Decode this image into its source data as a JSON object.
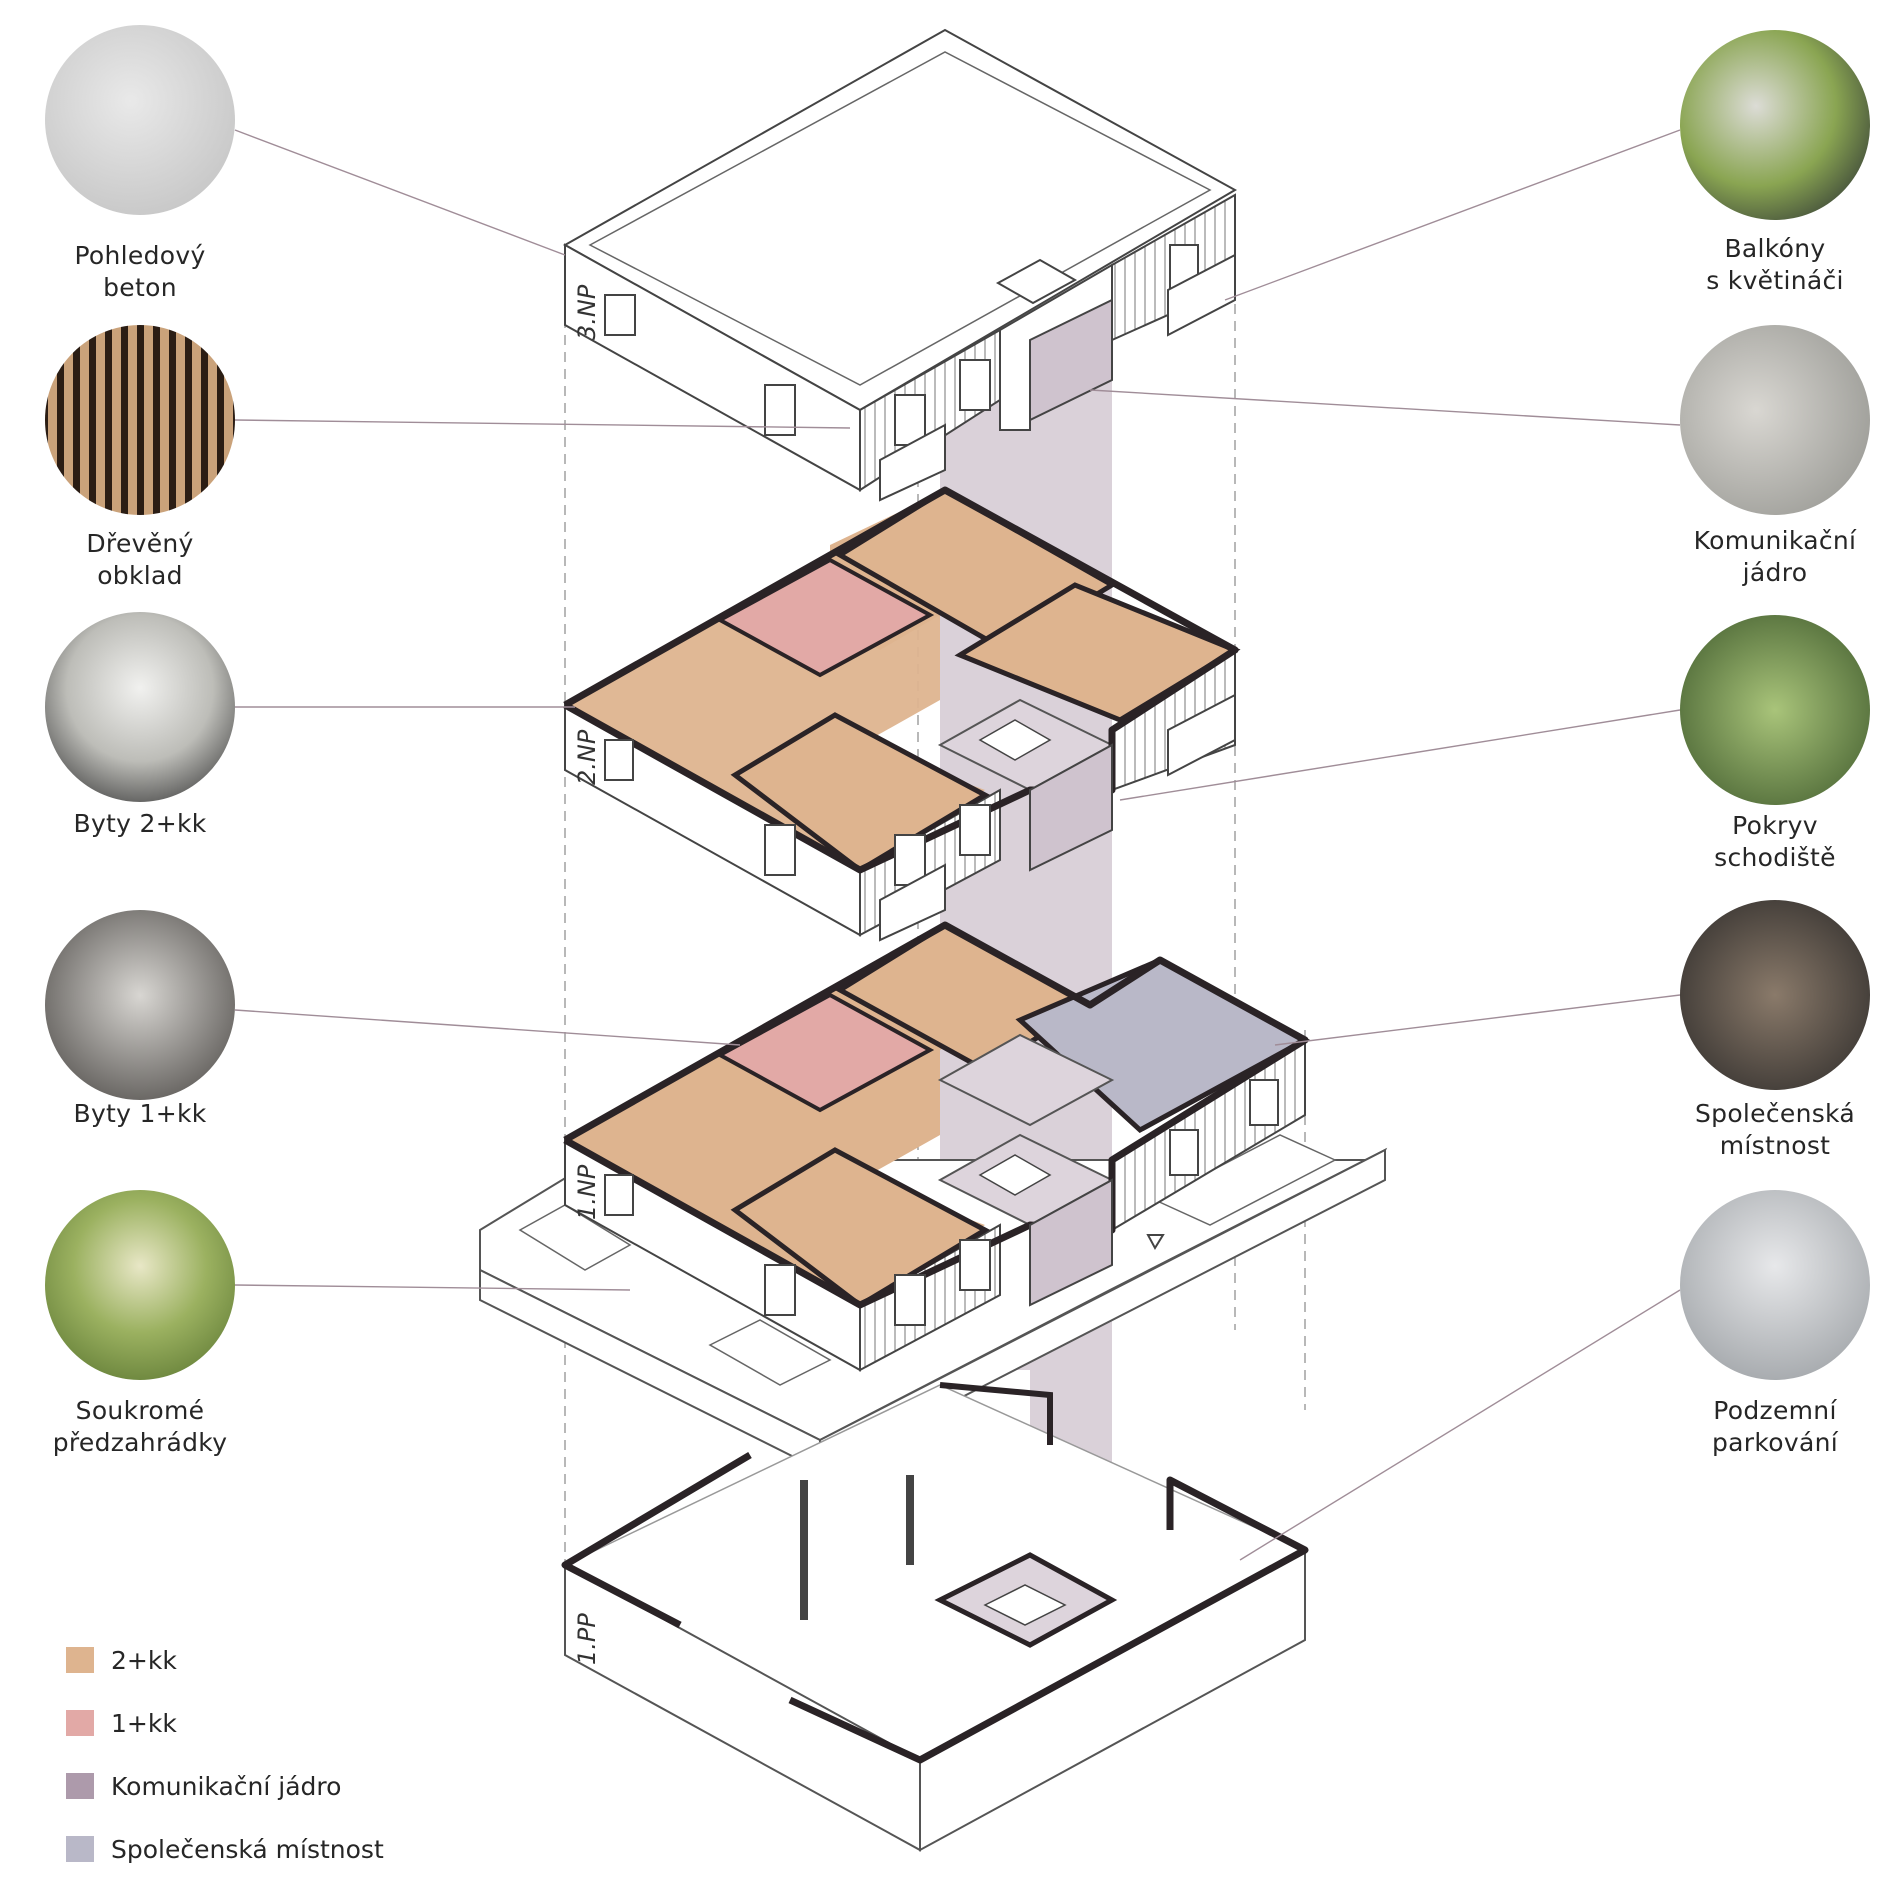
{
  "callouts": {
    "pohledovy_beton": {
      "line1": "Pohledový",
      "line2": "beton"
    },
    "dreveny_obklad": {
      "line1": "Dřevěný",
      "line2": "obklad"
    },
    "byty_2kk": {
      "line1": "Byty 2+kk"
    },
    "byty_1kk": {
      "line1": "Byty 1+kk"
    },
    "predzahradky": {
      "line1": "Soukromé",
      "line2": "předzahrádky"
    },
    "balkony": {
      "line1": "Balkóny",
      "line2": "s květináči"
    },
    "komunikacni_jadro": {
      "line1": "Komunikační",
      "line2": "jádro"
    },
    "pokryv_schodiste": {
      "line1": "Pokryv",
      "line2": "schodiště"
    },
    "spolecenska_mistnost": {
      "line1": "Společenská",
      "line2": "místnost"
    },
    "podzemni_parkovani": {
      "line1": "Podzemní",
      "line2": "parkování"
    }
  },
  "floors": {
    "np3": "3.NP",
    "np2": "2.NP",
    "np1": "1.NP",
    "pp1": "1.PP"
  },
  "legend": [
    {
      "label": "2+kk",
      "color": "#deb48f"
    },
    {
      "label": "1+kk",
      "color": "#e2a9a6"
    },
    {
      "label": "Komunikační jádro",
      "color": "#ad9aab"
    },
    {
      "label": "Společenská místnost",
      "color": "#b9b8c8"
    }
  ],
  "colors": {
    "apt_2kk": "#deb48f",
    "apt_1kk": "#e2a9a6",
    "core": "#ad9aab",
    "common_room": "#b9b8c8",
    "wall": "#2a2326",
    "line": "#5a5a5a"
  },
  "material_icons": [
    "concrete-texture-icon",
    "wood-cladding-icon",
    "living-room-photo-icon",
    "loft-photo-icon",
    "garden-photo-icon",
    "green-balcony-photo-icon",
    "staircase-photo-icon",
    "green-facade-photo-icon",
    "gym-photo-icon",
    "parking-photo-icon"
  ]
}
